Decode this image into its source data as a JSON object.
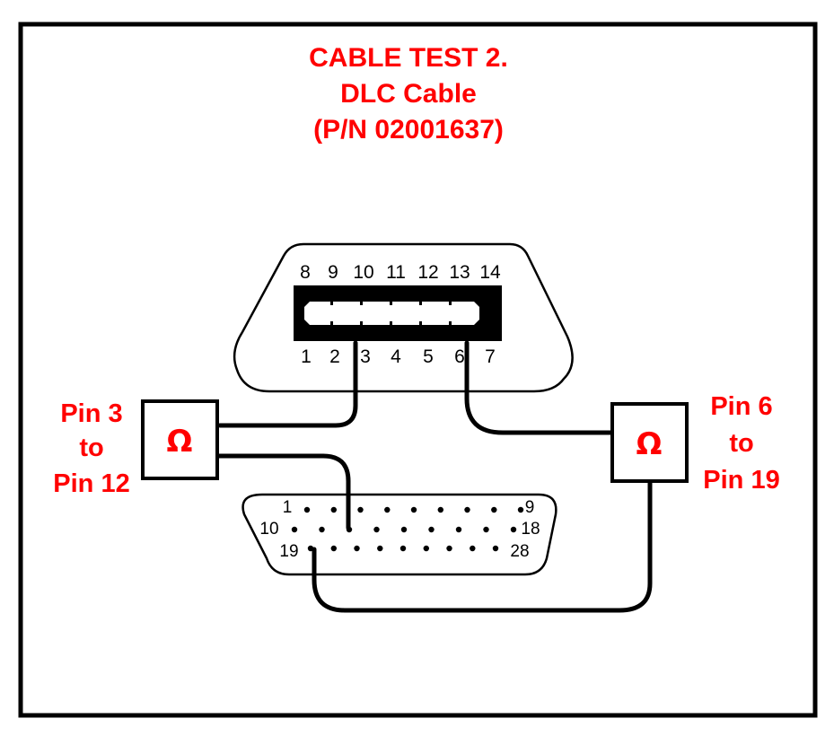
{
  "title": {
    "line1": "CABLE TEST 2.",
    "line2": "DLC Cable",
    "line3": "(P/N 02001637)"
  },
  "dlc_connector": {
    "top_pins": [
      "8",
      "9",
      "10",
      "11",
      "12",
      "13",
      "14"
    ],
    "bottom_pins": [
      "1",
      "2",
      "3",
      "4",
      "5",
      "6",
      "7"
    ]
  },
  "db_connector": {
    "row1_start": "1",
    "row1_end": "9",
    "row2_start": "10",
    "row2_end": "18",
    "row3_start": "19",
    "row3_end": "28"
  },
  "meters": {
    "left": {
      "symbol": "Ω",
      "label_line1": "Pin 3",
      "label_line2": "to",
      "label_line3": "Pin 12"
    },
    "right": {
      "symbol": "Ω",
      "label_line1": "Pin 6",
      "label_line2": "to",
      "label_line3": "Pin 19"
    }
  },
  "icons": {
    "meter": "ohmmeter-icon"
  },
  "colors": {
    "label": "#ff0000",
    "line": "#000000"
  }
}
